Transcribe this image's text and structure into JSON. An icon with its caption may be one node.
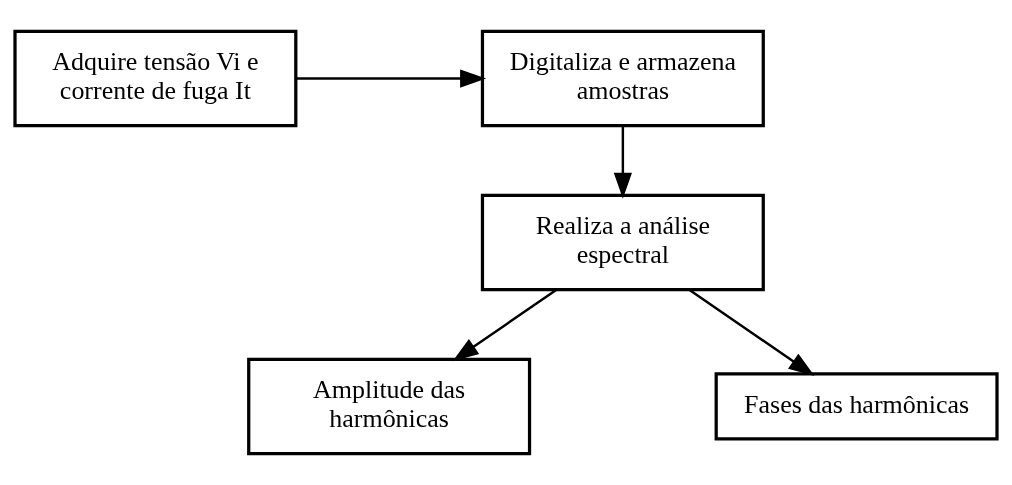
{
  "diagram": {
    "nodes": [
      {
        "text": [
          "Adquire tensão Vi e corrente de fuga It"
        ]
      },
      {
        "text": [
          "Digitaliza e armazena amostras"
        ]
      },
      {
        "text": [
          "Realiza a análise espectral"
        ]
      },
      {
        "text": [
          "Amplitude das harmônicas"
        ]
      },
      {
        "text": [
          "Fases das harmônicas"
        ]
      }
    ],
    "edges": [
      {
        "from": 0,
        "to": 1,
        "arrow": "to"
      },
      {
        "from": 1,
        "to": 2,
        "arrow": "to"
      },
      {
        "from": 2,
        "to": 3,
        "arrow": "to"
      },
      {
        "from": 2,
        "to": 4,
        "arrow": "to"
      }
    ]
  }
}
